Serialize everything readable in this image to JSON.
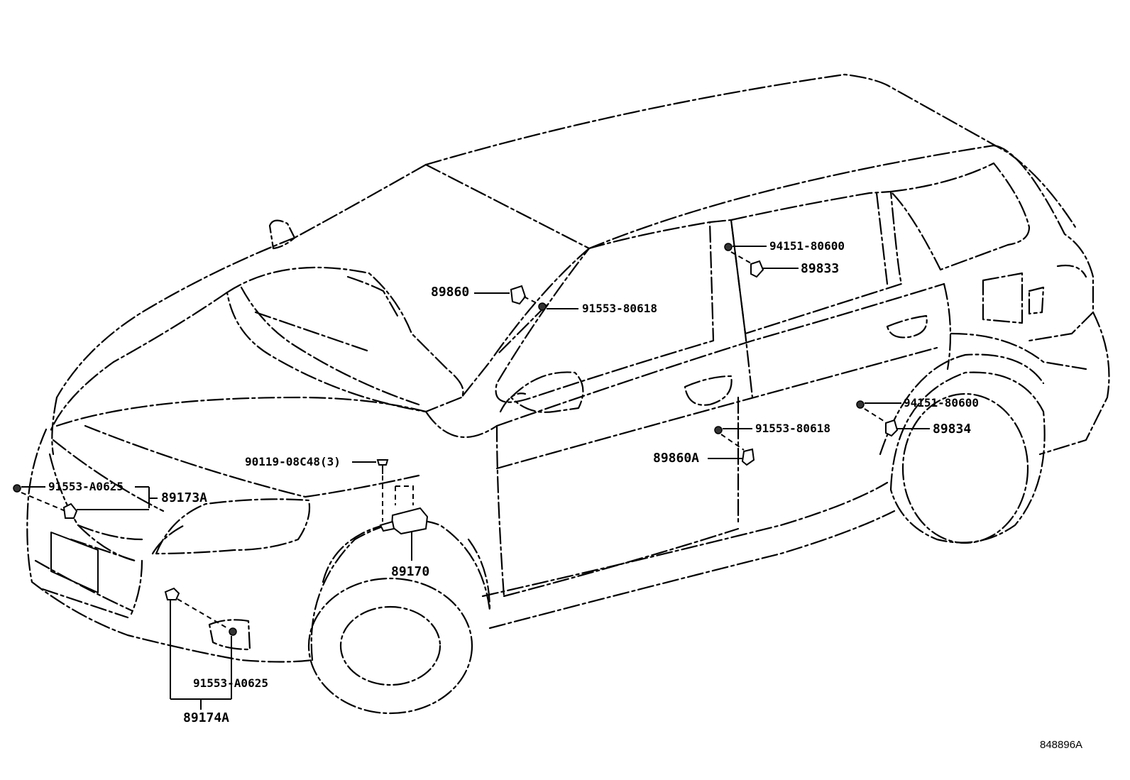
{
  "parts": {
    "p89860": "89860",
    "p91553_80618_top": "91553-80618",
    "p94151_80600_top": "94151-80600",
    "p89833": "89833",
    "p94151_80600_rear": "94151-80600",
    "p89834": "89834",
    "p91553_80618_mid": "91553-80618",
    "p89860A": "89860A",
    "p90119_08C48": "90119-08C48(3)",
    "p91553_A0625_top": "91553-A0625",
    "p89173A": "89173A",
    "p89170": "89170",
    "p91553_A0625_bottom": "91553-A0625",
    "p89174A": "89174A"
  },
  "diagram_ref": "848896A"
}
